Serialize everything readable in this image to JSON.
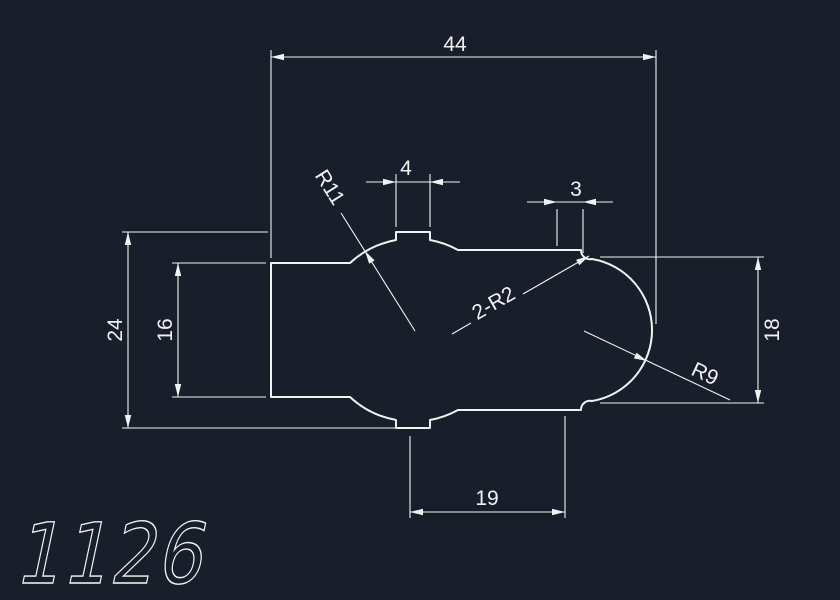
{
  "colors": {
    "background": "#191f2a",
    "line": "#f2f2f2"
  },
  "drawing_number": "1126",
  "dims": {
    "overall_width": "44",
    "tab_width": "4",
    "notch_width": "3",
    "overall_height": "24",
    "left_height": "16",
    "right_height": "18",
    "bottom_length": "19",
    "boss_radius": "R11",
    "fillet_radii": "2-R2",
    "end_radius": "R9"
  }
}
